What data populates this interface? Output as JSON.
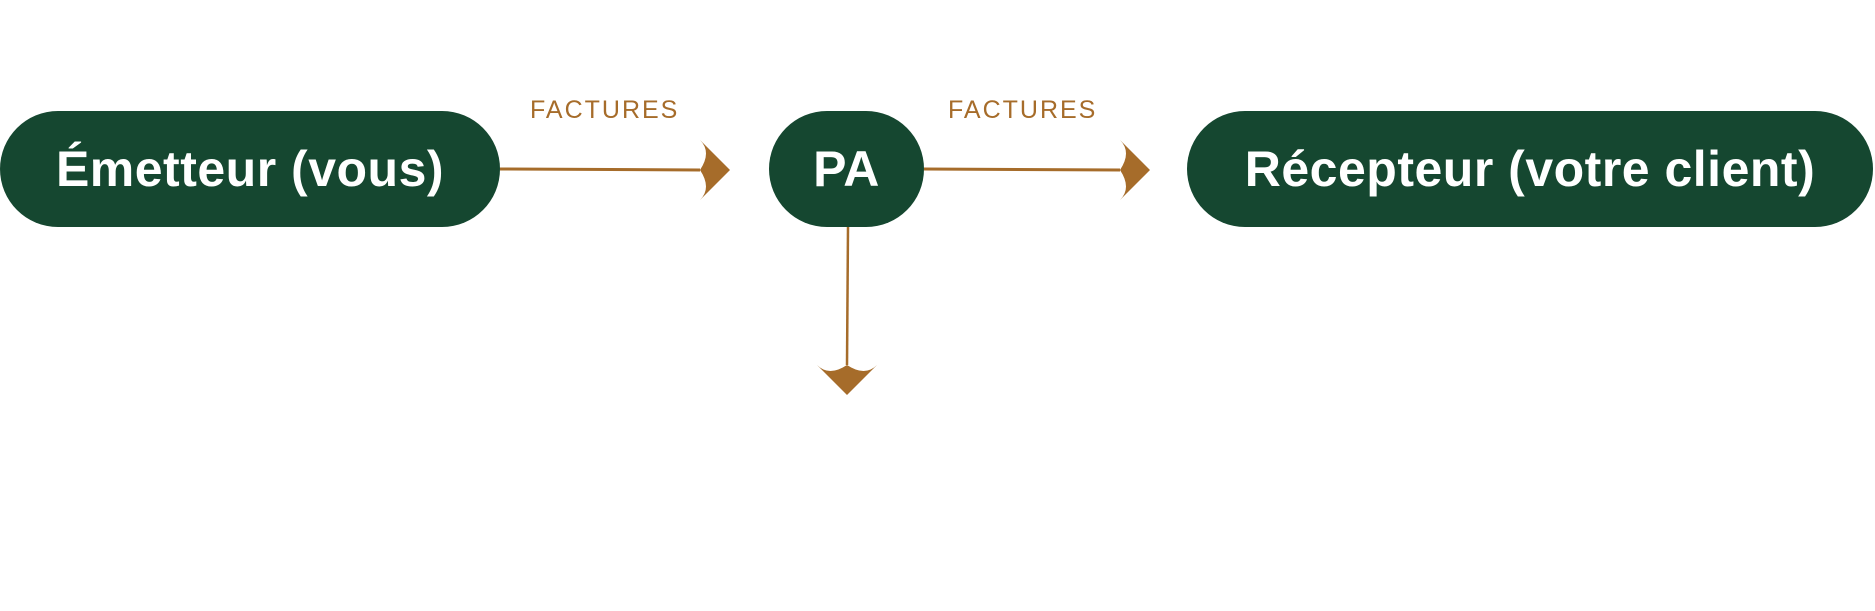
{
  "nodes": {
    "emitter": "Émetteur (vous)",
    "pa": "PA",
    "receiver": "Récepteur (votre client)"
  },
  "edges": {
    "emitter_to_pa": "FACTURES",
    "pa_to_receiver": "FACTURES"
  },
  "colors": {
    "node_fill": "#154730",
    "arrow": "#a66c2a",
    "node_text": "#ffffff"
  }
}
